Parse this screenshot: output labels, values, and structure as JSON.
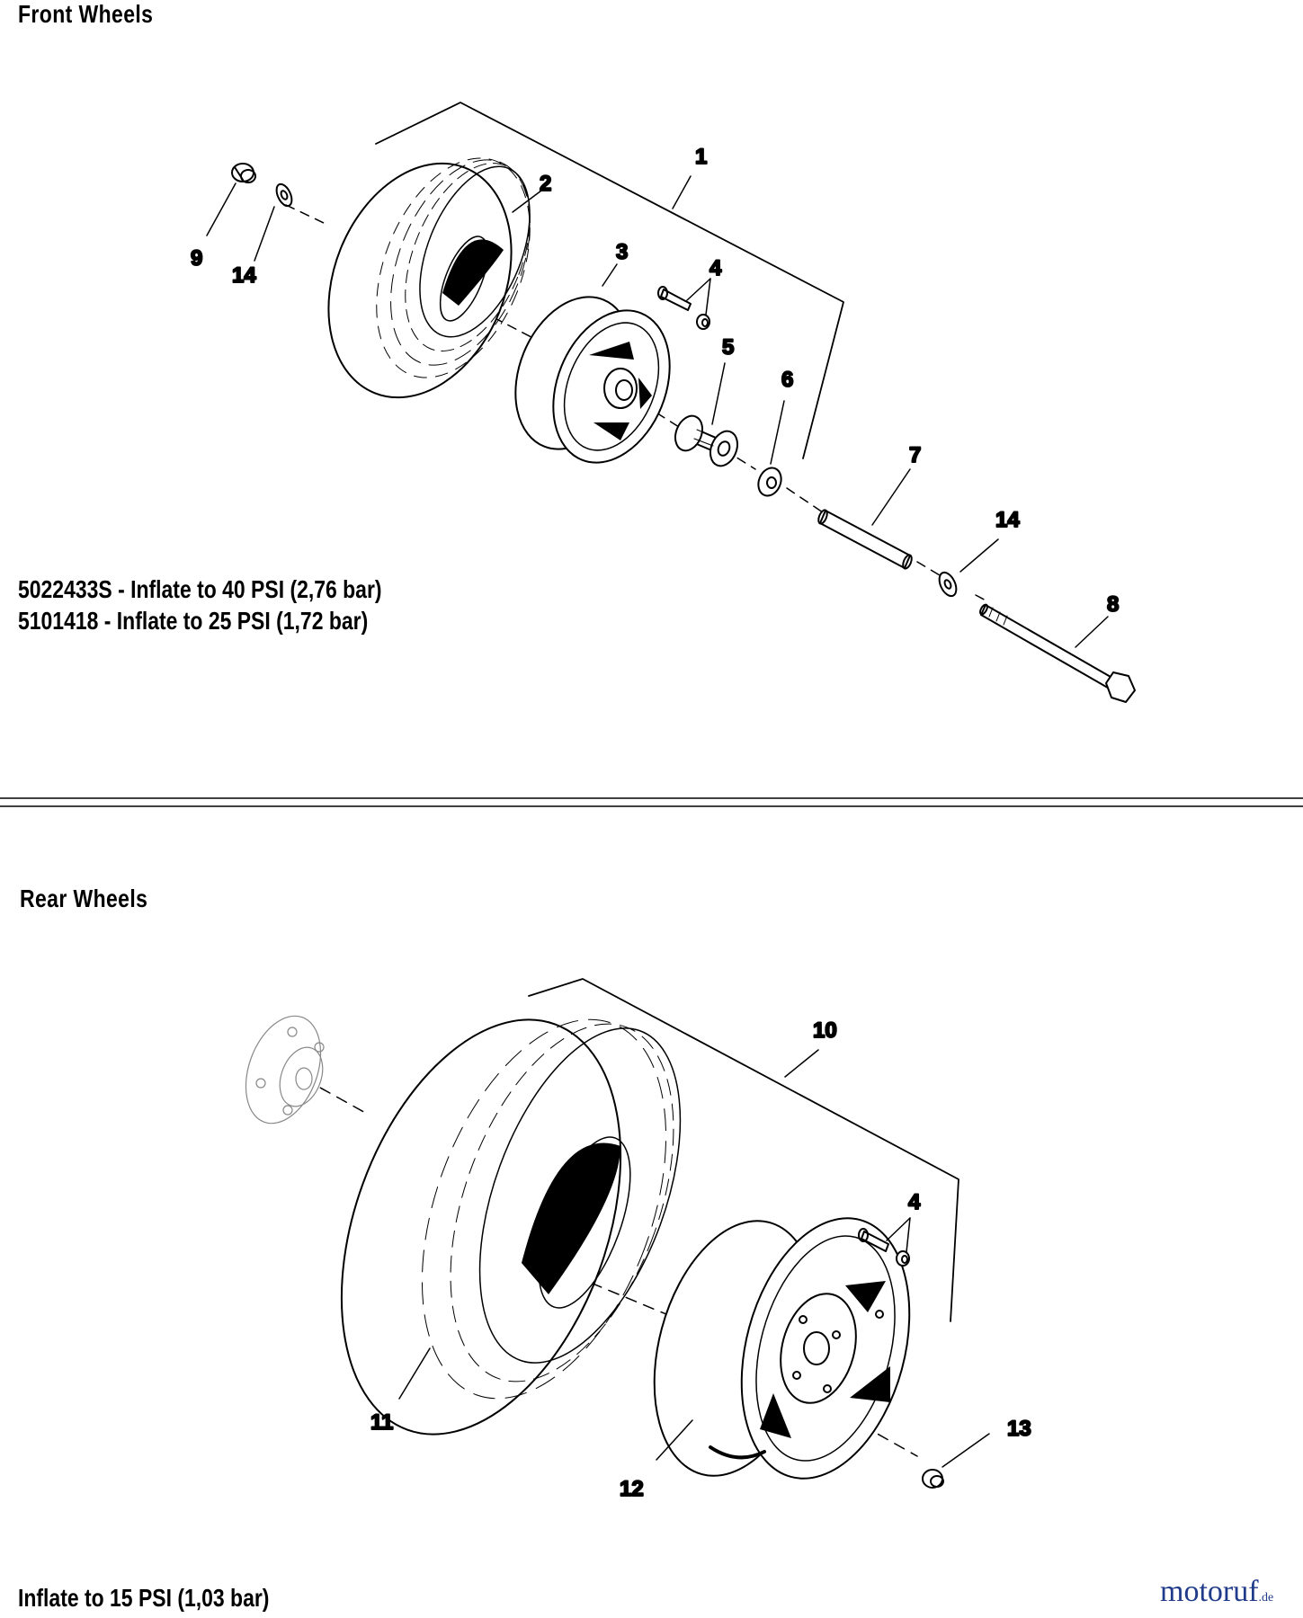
{
  "front": {
    "title": "Front Wheels",
    "notes": [
      "5022433S - Inflate to 40 PSI (2,76 bar)",
      "5101418 - Inflate to 25 PSI (1,72 bar)"
    ],
    "callouts": {
      "c1": "1",
      "c2": "2",
      "c3": "3",
      "c4": "4",
      "c5": "5",
      "c6": "6",
      "c7": "7",
      "c8": "8",
      "c9": "9",
      "c14a": "14",
      "c14b": "14"
    }
  },
  "rear": {
    "title": "Rear Wheels",
    "note": "Inflate to 15 PSI (1,03 bar)",
    "callouts": {
      "c10": "10",
      "c4": "4",
      "c11": "11",
      "c12": "12",
      "c13": "13"
    }
  },
  "watermark": {
    "main": "motoruf",
    "tld": ".de"
  }
}
